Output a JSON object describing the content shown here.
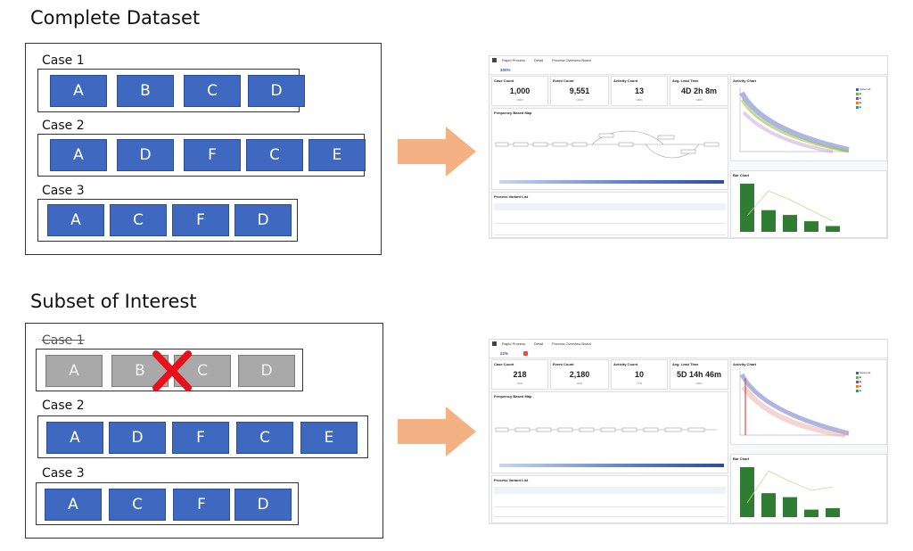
{
  "top": {
    "heading": "Complete Dataset",
    "cases": [
      {
        "label": "Case 1",
        "activities": [
          "A",
          "B",
          "C",
          "D"
        ]
      },
      {
        "label": "Case 2",
        "activities": [
          "A",
          "D",
          "F",
          "C",
          "E"
        ]
      },
      {
        "label": "Case 3",
        "activities": [
          "A",
          "C",
          "F",
          "D"
        ]
      }
    ],
    "dashboard": {
      "tabs": [
        "Rapid Process",
        "Detail",
        "Process Overview Board"
      ],
      "zoom": "100%",
      "cards": [
        {
          "title": "Case Count",
          "value": "1,000",
          "sub": "100%"
        },
        {
          "title": "Event Count",
          "value": "9,551",
          "sub": "100%"
        },
        {
          "title": "Activity Count",
          "value": "13",
          "sub": "100%"
        },
        {
          "title": "Avg. Lead Time",
          "value": "4D 2h 8m",
          "sub": "100%"
        }
      ],
      "panels": {
        "frequency_map": "Frequency Based Map",
        "variant_list": "Process Variant List",
        "scatter": "Activity Chart",
        "bar": "Bar Chart"
      },
      "bars": [
        1.0,
        0.45,
        0.35,
        0.22,
        0.12
      ]
    }
  },
  "bottom": {
    "heading": "Subset of Interest",
    "cases": [
      {
        "label": "Case 1",
        "activities": [
          "A",
          "B",
          "C",
          "D"
        ],
        "excluded": true
      },
      {
        "label": "Case 2",
        "activities": [
          "A",
          "D",
          "F",
          "C",
          "E"
        ]
      },
      {
        "label": "Case 3",
        "activities": [
          "A",
          "C",
          "F",
          "D"
        ]
      }
    ],
    "dashboard": {
      "tabs": [
        "Rapid Process",
        "Detail",
        "Process Overview Board"
      ],
      "zoom": "22%",
      "cards": [
        {
          "title": "Case Count",
          "value": "218",
          "sub": "22%"
        },
        {
          "title": "Event Count",
          "value": "2,180",
          "sub": "23%"
        },
        {
          "title": "Activity Count",
          "value": "10",
          "sub": "77%"
        },
        {
          "title": "Avg. Lead Time",
          "value": "5D 14h 46m",
          "sub": "136%"
        }
      ],
      "panels": {
        "frequency_map": "Frequency Based Map",
        "variant_list": "Process Variant List",
        "scatter": "Activity Chart",
        "bar": "Bar Chart"
      },
      "bars": [
        1.0,
        0.48,
        0.4,
        0.15,
        0.18
      ]
    }
  },
  "colors": {
    "activity_box": "#3f69c0",
    "activity_box_excluded": "#a9a9a9",
    "exclusion_mark": "#e8111b",
    "arrow": "#f4b183",
    "bar_fill": "#2e7d32"
  }
}
